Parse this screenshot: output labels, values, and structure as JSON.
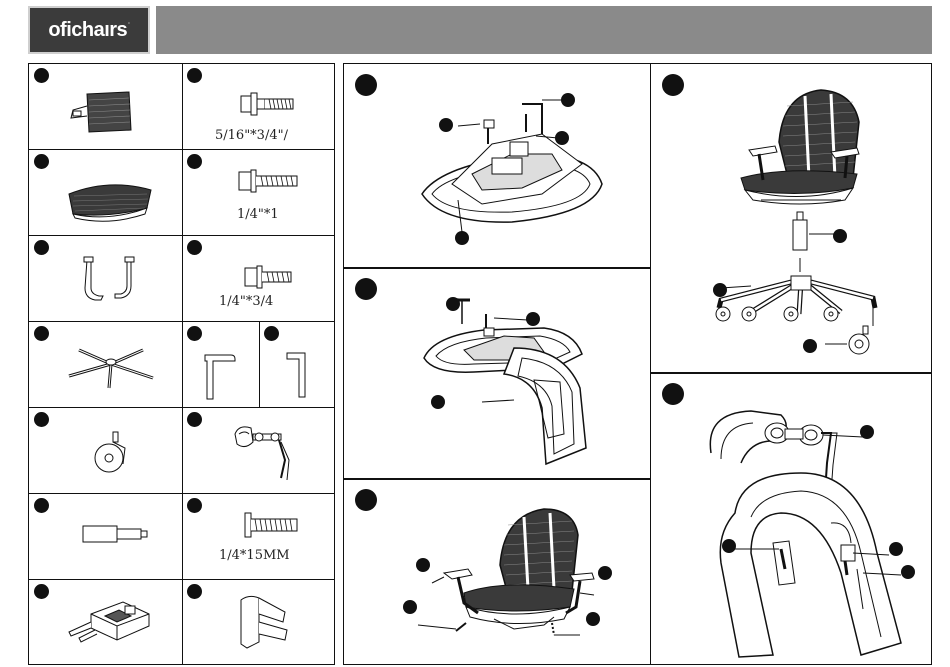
{
  "header": {
    "brand": "ofichaırs",
    "brand_mark": "·"
  },
  "parts": {
    "screw_a_label": "5/16\"*3/4\"/",
    "screw_b_label": "1/4\"*1",
    "screw_c_label": "1/4\"*3/4",
    "screw_d_label": "1/4*15MM"
  }
}
